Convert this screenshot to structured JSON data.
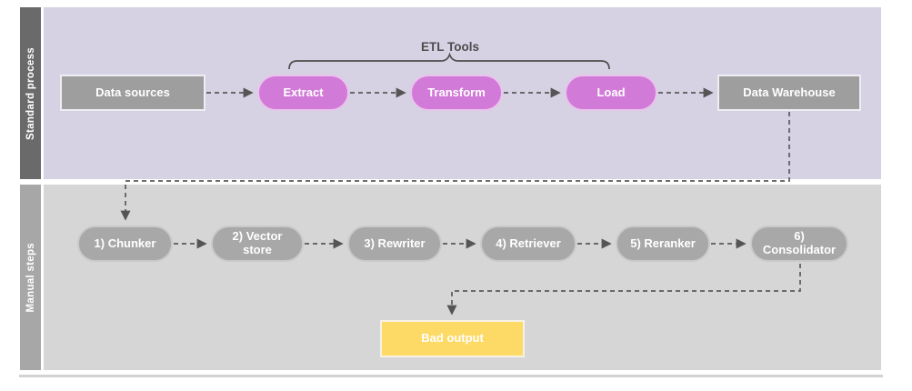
{
  "diagram": {
    "lanes": [
      {
        "title": "Standard process",
        "nodes": [
          {
            "label": "Data sources"
          },
          {
            "label": "Extract"
          },
          {
            "label": "Transform"
          },
          {
            "label": "Load"
          },
          {
            "label": "Data Warehouse"
          }
        ]
      },
      {
        "title": "Manual steps",
        "nodes": [
          {
            "label": "1) Chunker"
          },
          {
            "label": "2) Vector store"
          },
          {
            "label": "3) Rewriter"
          },
          {
            "label": "4) Retriever"
          },
          {
            "label": "5) Reranker"
          },
          {
            "label": "6) Consolidator"
          }
        ],
        "result_node": {
          "label": "Bad output"
        }
      }
    ],
    "annotation": {
      "label": "ETL Tools"
    },
    "colors": {
      "lane1_bg": "#d7d1e4",
      "lane1_bar": "#6a6a6a",
      "lane2_bg": "#d6d6d6",
      "lane2_bar": "#a7a7a7",
      "etl_pill": "#d27ad8",
      "gray_box": "#9e9e9e",
      "gray_pill": "#a8a8a8",
      "bad_output_box": "#fdd965",
      "connector": "#5a5a5a",
      "annotation_text": "#4d4d4d"
    }
  }
}
